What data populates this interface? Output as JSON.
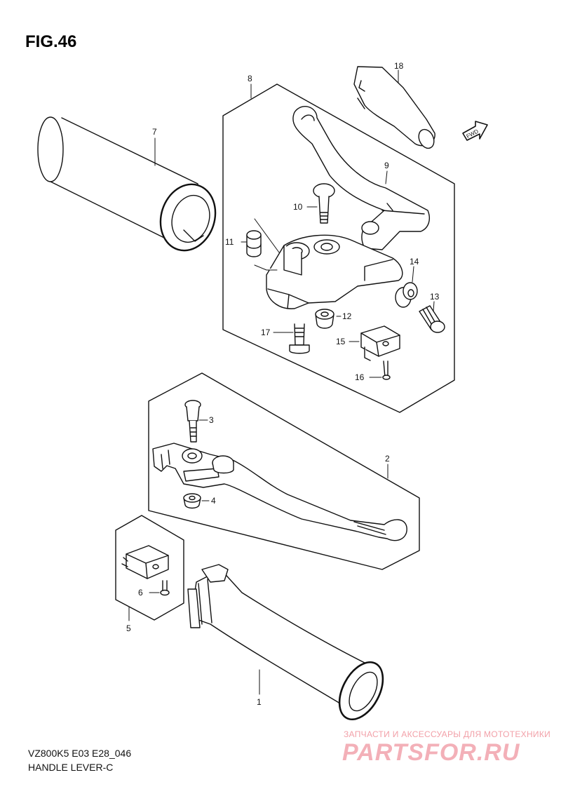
{
  "figure": {
    "title": "FIG.46",
    "model_code": "VZ800K5 E03 E28_046",
    "caption": "HANDLE LEVER-C",
    "fwd_label": "FWD"
  },
  "watermark": {
    "subtitle": "ЗАПЧАСТИ И АКСЕССУАРЫ ДЛЯ МОТОТЕХНИКИ",
    "logo": "PARTSFOR.RU"
  },
  "callouts": [
    "1",
    "2",
    "3",
    "4",
    "5",
    "6",
    "7",
    "8",
    "9",
    "10",
    "11",
    "12",
    "13",
    "14",
    "15",
    "16",
    "17",
    "18"
  ]
}
